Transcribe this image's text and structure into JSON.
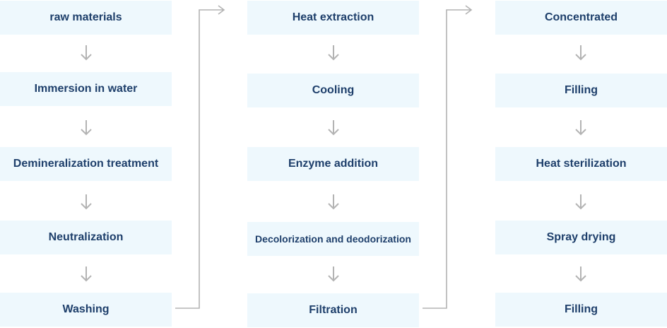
{
  "columns": [
    {
      "steps": [
        "raw materials",
        "Immersion in water",
        "Demineralization treatment",
        "Neutralization",
        "Washing"
      ]
    },
    {
      "steps": [
        "Heat extraction",
        "Cooling",
        "Enzyme addition",
        "Decolorization and deodorization",
        "Filtration"
      ]
    },
    {
      "steps": [
        "Concentrated",
        "Filling",
        "Heat sterilization",
        "Spray drying",
        "Filling"
      ]
    }
  ],
  "colors": {
    "box_fill": "#eef8fd",
    "text": "#1e3f6b",
    "arrow": "#b3b3b3"
  },
  "icons": {
    "flow_arrow": "arrow-down-icon",
    "connector": "connector-arrow-icon"
  }
}
